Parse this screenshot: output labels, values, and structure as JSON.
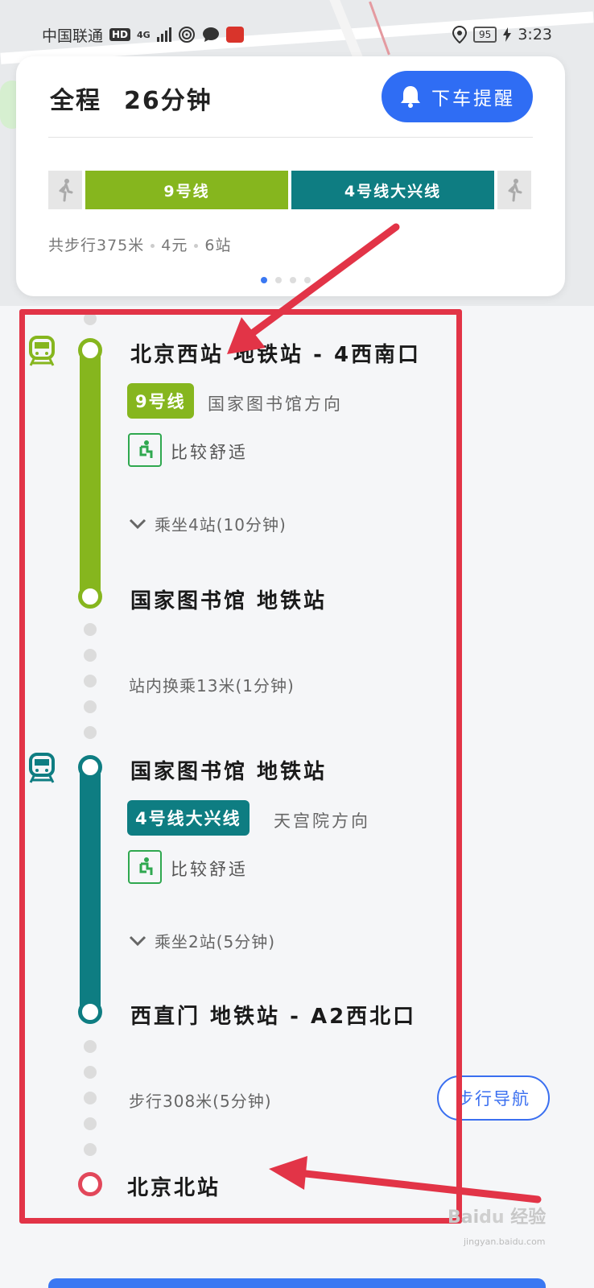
{
  "status_bar": {
    "carrier": "中国联通",
    "hd": "HD",
    "network": "4G",
    "battery": "95",
    "time": "3:23"
  },
  "summary": {
    "total_label": "全程",
    "duration": "26分钟",
    "alert_button": "下车提醒",
    "lines": [
      {
        "name": "9号线",
        "color": "#86b61e"
      },
      {
        "name": "4号线大兴线",
        "color": "#0e7d82"
      }
    ],
    "meta": {
      "walk": "共步行375米",
      "fare": "4元",
      "stops": "6站"
    }
  },
  "route": {
    "leg1": {
      "start_station": "北京西站 地铁站 - 4西南口",
      "line_tag": "9号线",
      "direction": "国家图书馆方向",
      "comfort": "比较舒适",
      "ride": "乘坐4站(10分钟)",
      "end_station": "国家图书馆 地铁站",
      "color": "#86b61e"
    },
    "transfer": "站内换乘13米(1分钟)",
    "leg2": {
      "start_station": "国家图书馆 地铁站",
      "line_tag": "4号线大兴线",
      "direction": "天宫院方向",
      "comfort": "比较舒适",
      "ride": "乘坐2站(5分钟)",
      "end_station": "西直门 地铁站 - A2西北口",
      "color": "#0e7d82"
    },
    "walk": "步行308米(5分钟)",
    "walk_nav_button": "步行导航",
    "destination": "北京北站"
  },
  "annotation_color": "#e23447",
  "accent_color": "#2f6df4"
}
